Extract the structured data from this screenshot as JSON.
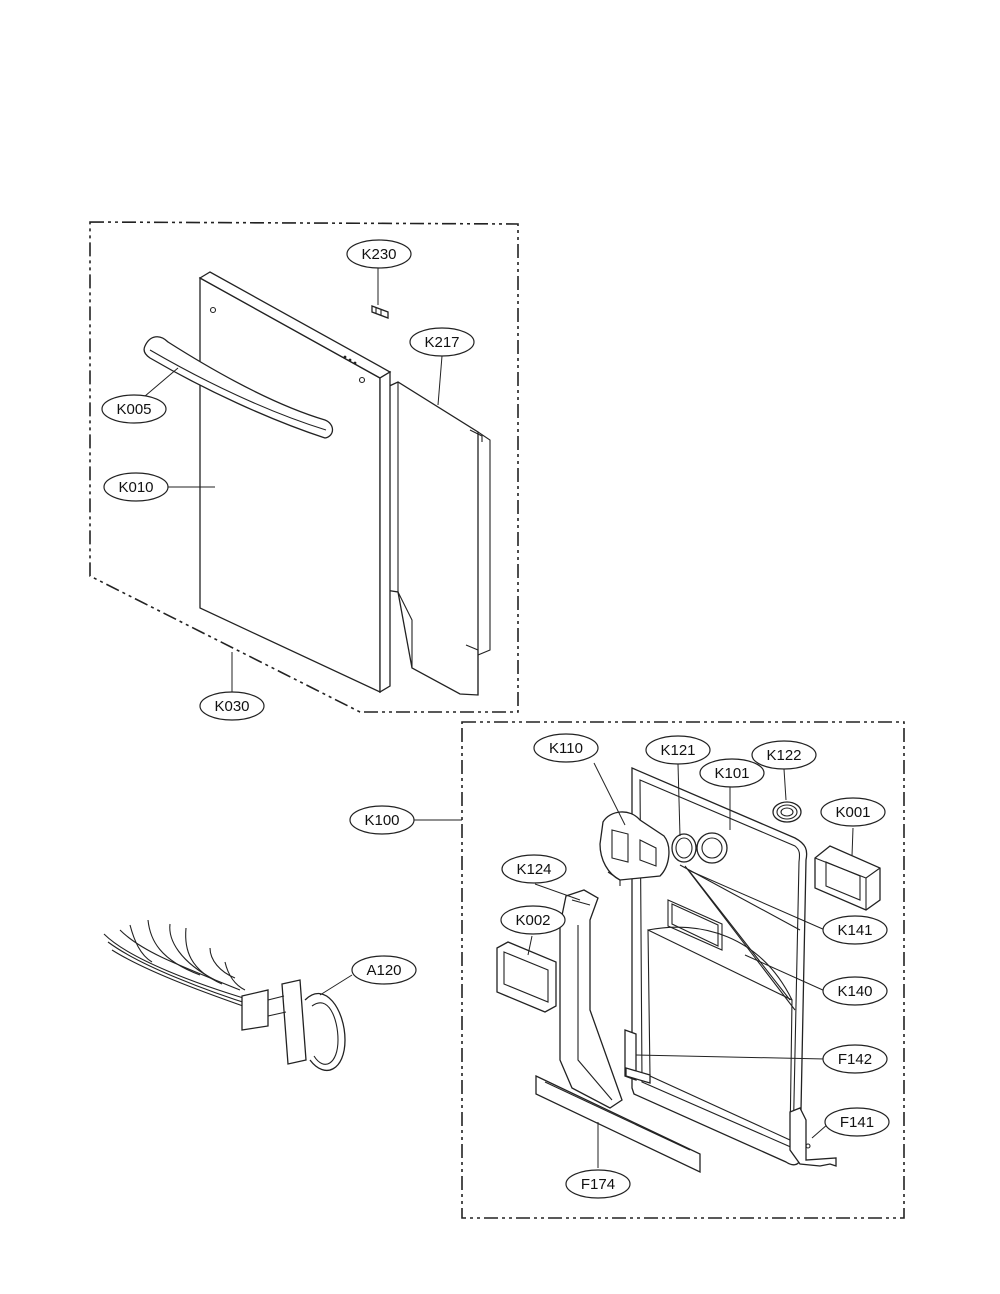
{
  "diagram": {
    "colors": {
      "line": "#222222",
      "background": "#ffffff"
    },
    "callouts": {
      "K230": "K230",
      "K217": "K217",
      "K005": "K005",
      "K010": "K010",
      "K030": "K030",
      "K110": "K110",
      "K121": "K121",
      "K122": "K122",
      "K101": "K101",
      "K001": "K001",
      "K100": "K100",
      "K124": "K124",
      "K002": "K002",
      "K141": "K141",
      "K140": "K140",
      "A120": "A120",
      "F142": "F142",
      "F141": "F141",
      "F174": "F174"
    }
  }
}
